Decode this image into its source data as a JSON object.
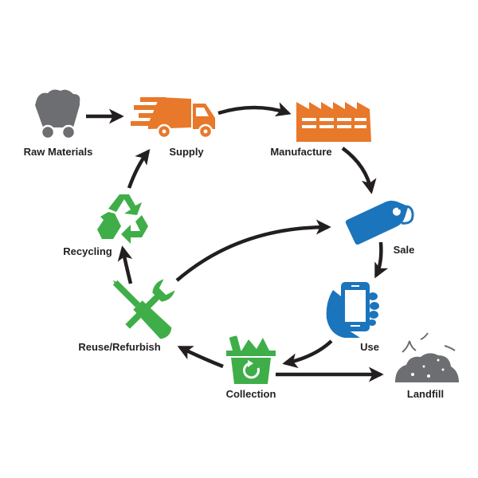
{
  "diagram": {
    "title": "Product lifecycle / circular economy",
    "colors": {
      "orange": "#e8782a",
      "blue": "#1b75bc",
      "green": "#3fae49",
      "gray": "#6d6e71",
      "arrow": "#231f20"
    },
    "nodes": [
      {
        "id": "raw-materials",
        "label": "Raw Materials",
        "icon": "mine-cart-icon",
        "color": "gray"
      },
      {
        "id": "supply",
        "label": "Supply",
        "icon": "delivery-truck-icon",
        "color": "orange"
      },
      {
        "id": "manufacture",
        "label": "Manufacture",
        "icon": "factory-icon",
        "color": "orange"
      },
      {
        "id": "sale",
        "label": "Sale",
        "icon": "price-tag-icon",
        "color": "blue"
      },
      {
        "id": "use",
        "label": "Use",
        "icon": "hand-phone-icon",
        "color": "blue"
      },
      {
        "id": "collection",
        "label": "Collection",
        "icon": "recycle-bin-icon",
        "color": "green"
      },
      {
        "id": "landfill",
        "label": "Landfill",
        "icon": "landfill-icon",
        "color": "gray"
      },
      {
        "id": "reuse-refurbish",
        "label": "Reuse/Refurbish",
        "icon": "tools-icon",
        "color": "green"
      },
      {
        "id": "recycling",
        "label": "Recycling",
        "icon": "recycle-icon",
        "color": "green"
      }
    ],
    "edges": [
      {
        "from": "raw-materials",
        "to": "supply"
      },
      {
        "from": "supply",
        "to": "manufacture"
      },
      {
        "from": "manufacture",
        "to": "sale"
      },
      {
        "from": "sale",
        "to": "use"
      },
      {
        "from": "use",
        "to": "collection"
      },
      {
        "from": "collection",
        "to": "landfill"
      },
      {
        "from": "collection",
        "to": "reuse-refurbish"
      },
      {
        "from": "reuse-refurbish",
        "to": "recycling"
      },
      {
        "from": "reuse-refurbish",
        "to": "sale"
      },
      {
        "from": "recycling",
        "to": "supply"
      }
    ]
  }
}
